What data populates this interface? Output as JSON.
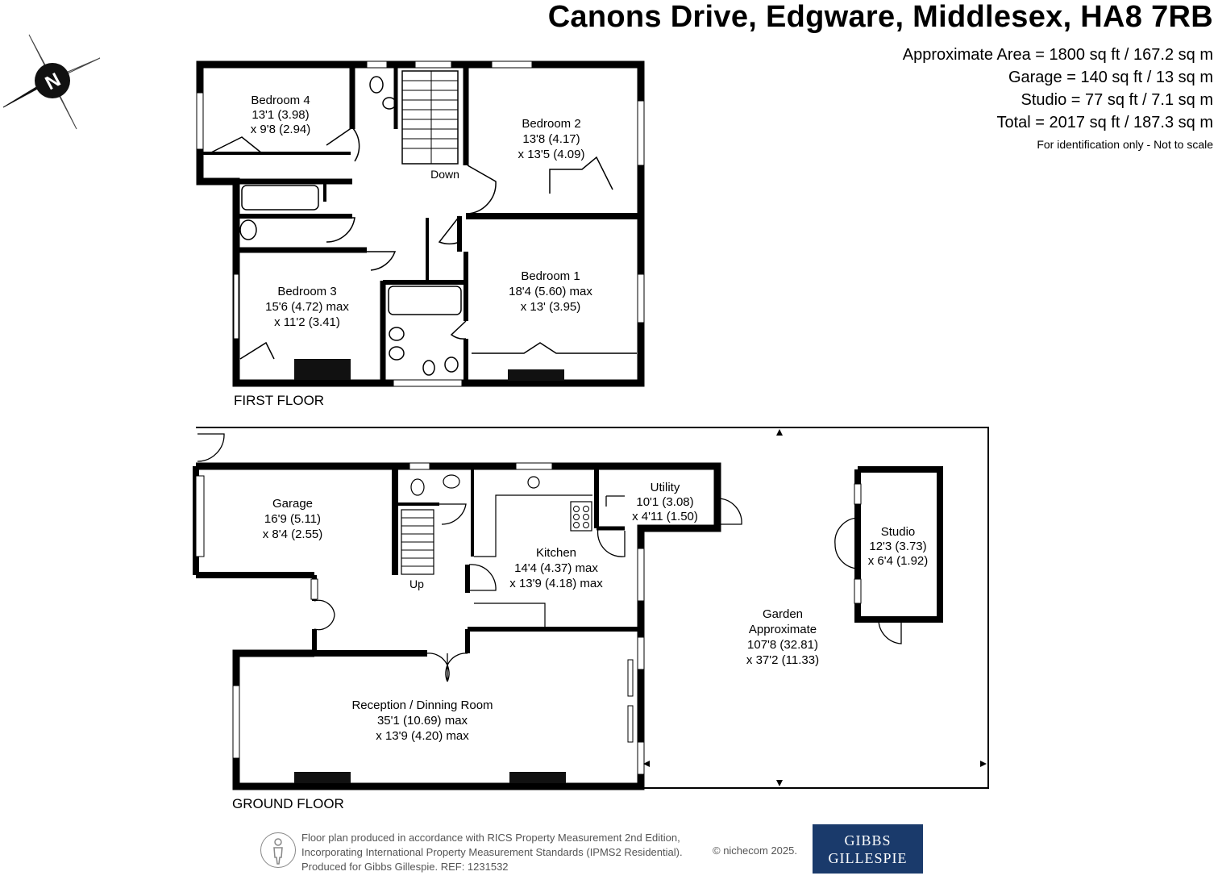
{
  "header": {
    "title": "Canons Drive, Edgware, Middlesex, HA8 7RB",
    "areas": [
      "Approximate Area = 1800 sq ft / 167.2 sq m",
      "Garage = 140 sq ft / 13 sq m",
      "Studio = 77 sq ft / 7.1 sq m",
      "Total = 2017 sq ft / 187.3 sq m"
    ],
    "note": "For identification only - Not to scale"
  },
  "compass": {
    "letter": "N"
  },
  "first_floor": {
    "label": "FIRST FLOOR",
    "rooms": {
      "bedroom4": [
        "Bedroom 4",
        "13'1 (3.98)",
        "x 9'8 (2.94)"
      ],
      "bedroom2": [
        "Bedroom 2",
        "13'8 (4.17)",
        "x 13'5 (4.09)"
      ],
      "bedroom1": [
        "Bedroom 1",
        "18'4 (5.60) max",
        "x 13' (3.95)"
      ],
      "bedroom3": [
        "Bedroom 3",
        "15'6 (4.72) max",
        "x 11'2 (3.41)"
      ]
    },
    "stairs_label": "Down"
  },
  "ground_floor": {
    "label": "GROUND FLOOR",
    "rooms": {
      "garage": [
        "Garage",
        "16'9 (5.11)",
        "x 8'4 (2.55)"
      ],
      "utility": [
        "Utility",
        "10'1 (3.08)",
        "x 4'11 (1.50)"
      ],
      "kitchen": [
        "Kitchen",
        "14'4 (4.37) max",
        "x 13'9 (4.18) max"
      ],
      "reception": [
        "Reception / Dinning Room",
        "35'1 (10.69) max",
        "x 13'9 (4.20) max"
      ],
      "garden": [
        "Garden",
        "Approximate",
        "107'8 (32.81)",
        "x 37'2 (11.33)"
      ],
      "studio": [
        "Studio",
        "12'3 (3.73)",
        "x 6'4 (1.92)"
      ]
    },
    "stairs_label": "Up"
  },
  "footer": {
    "lines": [
      "Floor plan produced in accordance with RICS Property Measurement 2nd Edition,",
      "Incorporating International Property Measurement Standards (IPMS2 Residential).",
      "Produced for Gibbs Gillespie.   REF: 1231532"
    ],
    "copyright": "© nichecom 2025.",
    "logo_line1": "GIBBS",
    "logo_line2": "GILLESPIE"
  }
}
